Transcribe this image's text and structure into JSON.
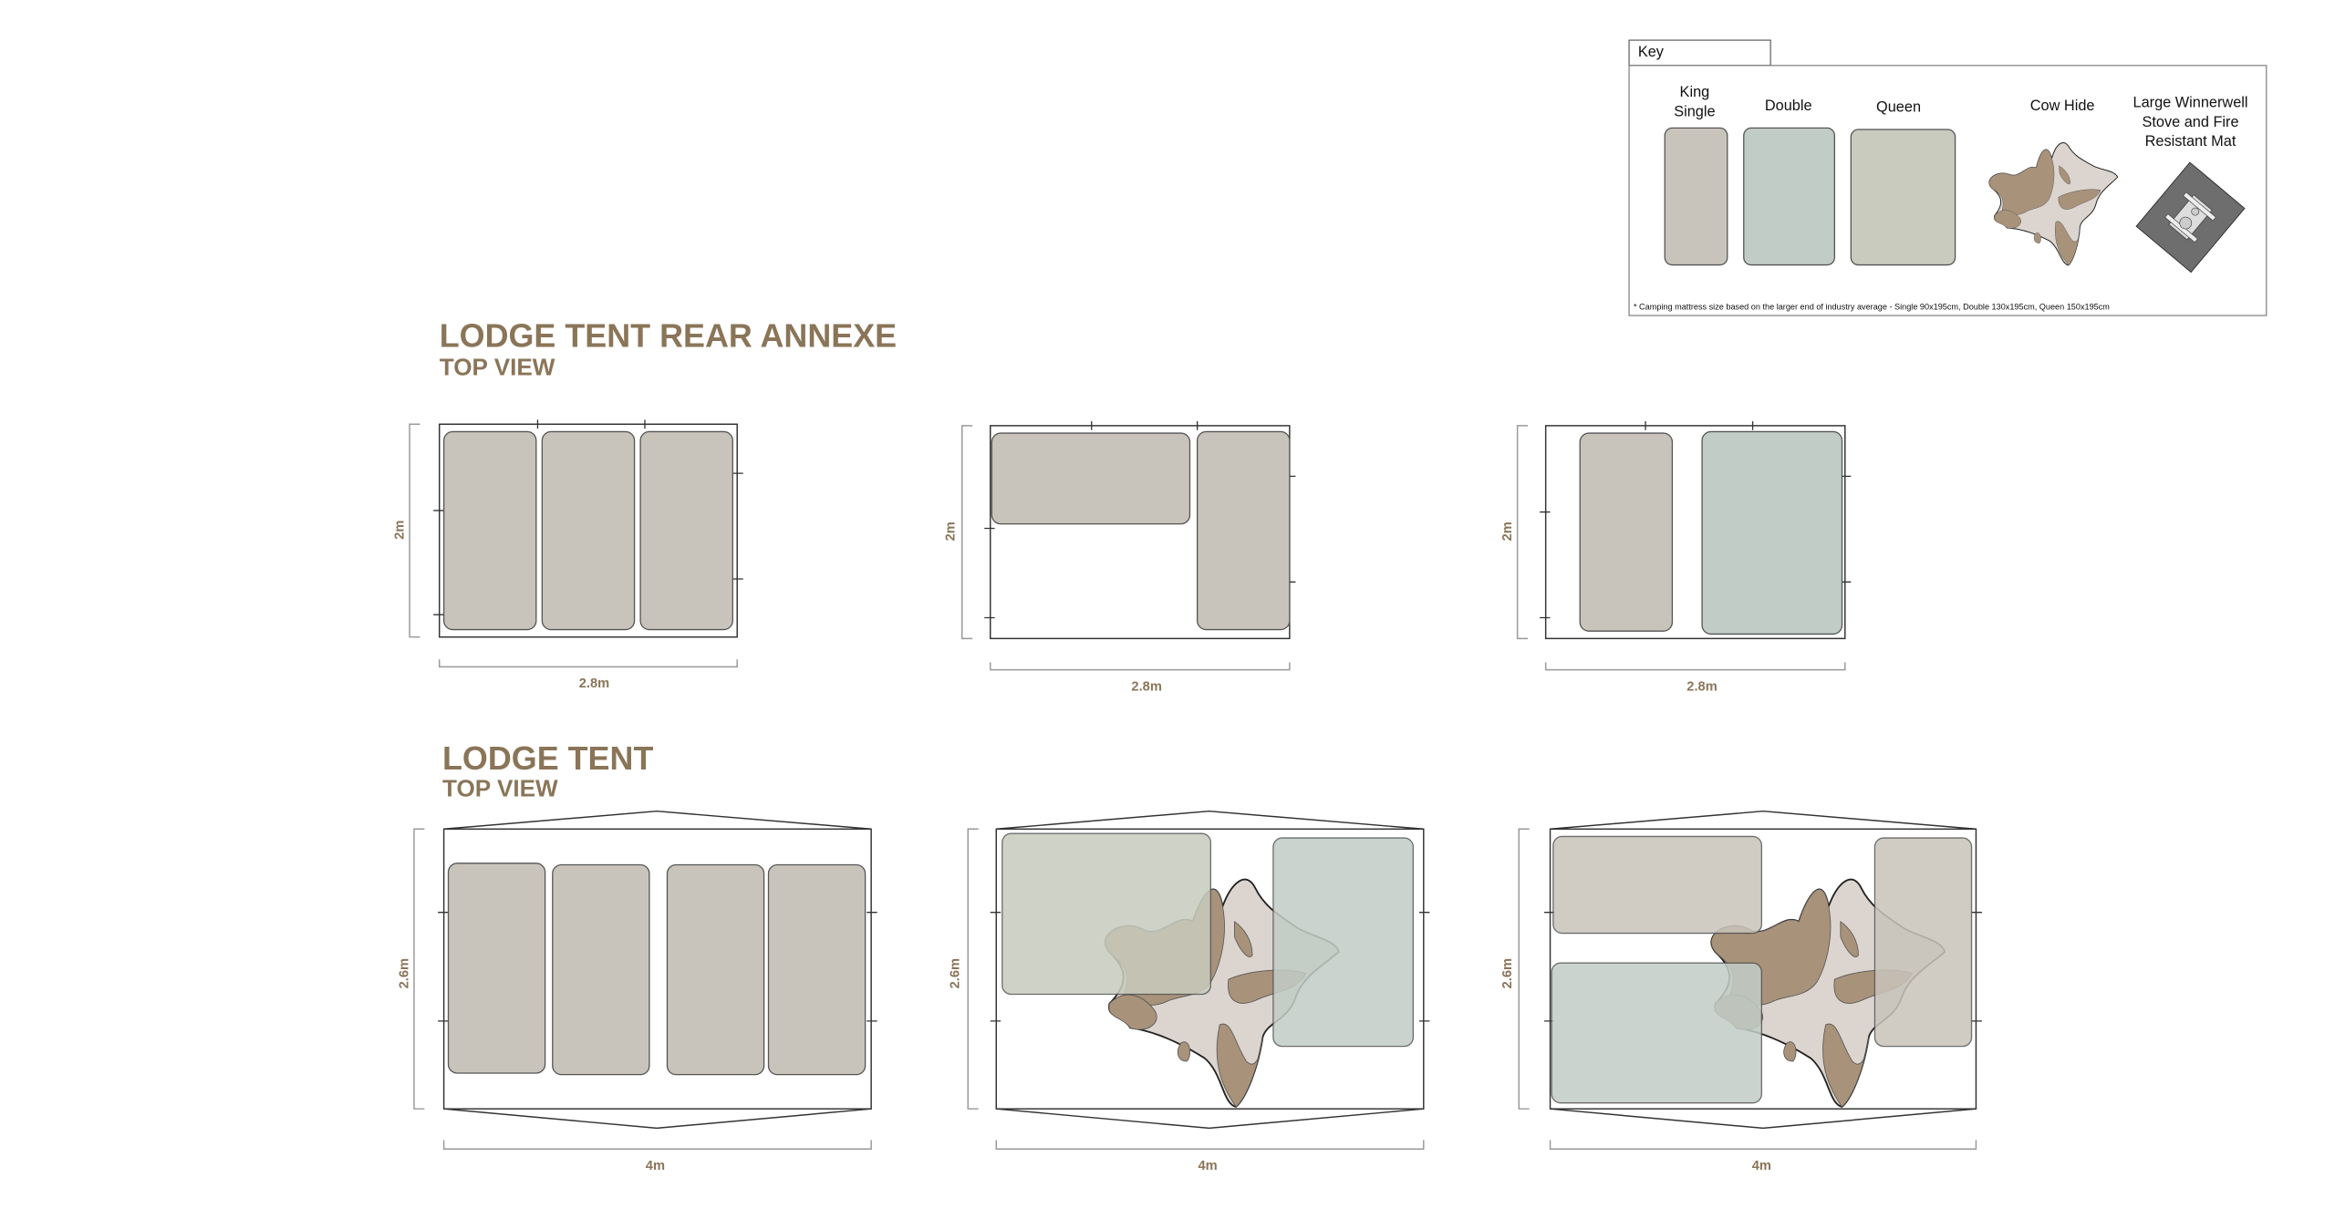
{
  "key": {
    "title": "Key",
    "items": {
      "king_single": [
        "King",
        "Single"
      ],
      "double": "Double",
      "queen": "Queen",
      "cow_hide": "Cow Hide",
      "stove": [
        "Large Winnerwell",
        "Stove and Fire",
        "Resistant Mat"
      ]
    },
    "footnote": "* Camping mattress size based on the larger end of industry average - Single 90x195cm, Double 130x195cm, Queen 150x195cm"
  },
  "annexe": {
    "title": "LODGE TENT REAR ANNEXE",
    "subtitle": "TOP VIEW",
    "layouts": [
      {
        "height_label": "2m",
        "width_label": "2.8m"
      },
      {
        "height_label": "2m",
        "width_label": "2.8m"
      },
      {
        "height_label": "2m",
        "width_label": "2.8m"
      }
    ]
  },
  "lodge": {
    "title": "LODGE TENT",
    "subtitle": "TOP VIEW",
    "layouts": [
      {
        "height_label": "2.6m",
        "width_label": "4m"
      },
      {
        "height_label": "2.6m",
        "width_label": "4m"
      },
      {
        "height_label": "2.6m",
        "width_label": "4m"
      }
    ]
  },
  "colors": {
    "heading": "#8a7558",
    "king_single": "#c9c4bb",
    "double": "#c2ccc6",
    "queen": "#c8cbbd",
    "cow_hide_light": "#dcd5cf",
    "cow_hide_dark": "#a8927a",
    "stove_mat": "#6e6e6e"
  }
}
